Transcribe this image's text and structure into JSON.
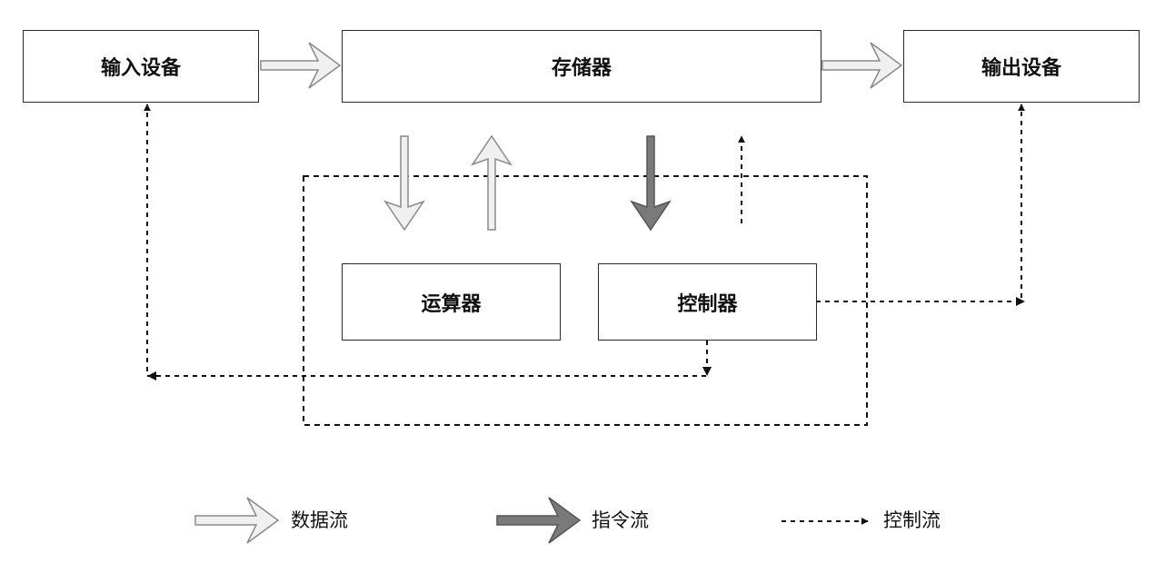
{
  "nodes": {
    "input_device": "输入设备",
    "memory": "存储器",
    "output_device": "输出设备",
    "alu": "运算器",
    "controller": "控制器"
  },
  "legend": {
    "data_flow": "数据流",
    "instruction_flow": "指令流",
    "control_flow": "控制流"
  },
  "colors": {
    "data_flow": "#f0f0f0",
    "instruction_flow": "#7a7a7a",
    "control_flow": "#111111",
    "border": "#2a2a2a"
  }
}
